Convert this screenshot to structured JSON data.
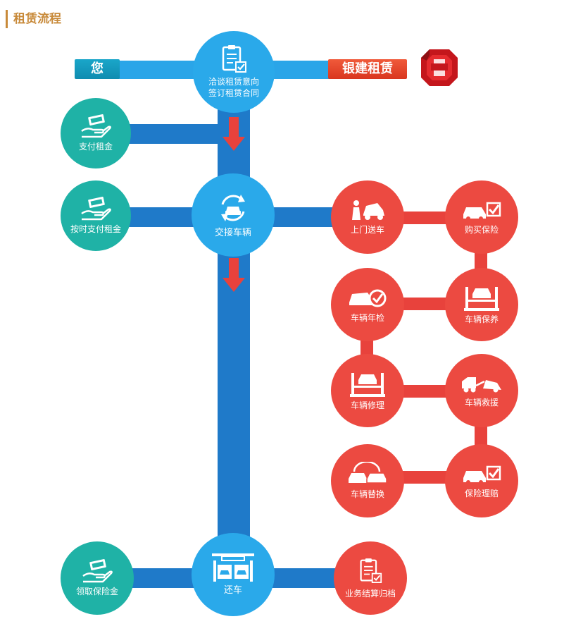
{
  "title": "租赁流程",
  "parties": {
    "you": "您",
    "company": "银建租赁"
  },
  "steps": {
    "negotiate": "洽谈租赁意向\n签订租赁合同",
    "pay_rent": "支付租金",
    "pay_rent_on_time": "按时支付租金",
    "handover": "交接车辆",
    "return_car": "还车",
    "get_deposit": "领取保险金",
    "archive": "业务结算归档"
  },
  "services": [
    "上门送车",
    "购买保险",
    "车辆年检",
    "车辆保养",
    "车辆修理",
    "车辆救援",
    "车辆替换",
    "保险理赔"
  ],
  "colors": {
    "blue": "#2aa9ea",
    "dark_blue": "#1f7ac9",
    "teal": "#1fb2a6",
    "red": "#ec4a41",
    "title": "#c88a3a"
  }
}
